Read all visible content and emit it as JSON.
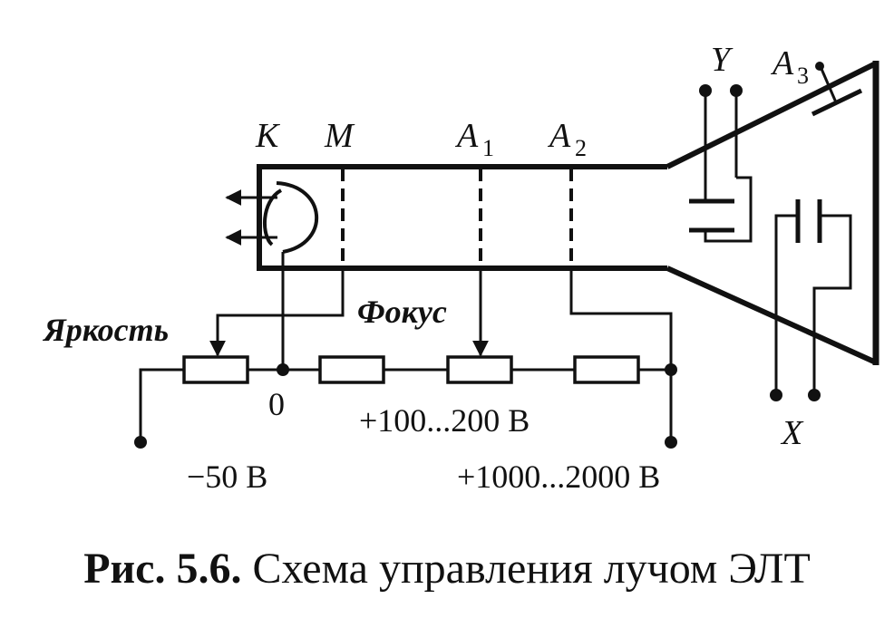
{
  "labels": {
    "K": "K",
    "M": "M",
    "A1": "A",
    "A1_sub": "1",
    "A2": "A",
    "A2_sub": "2",
    "A3": "A",
    "A3_sub": "3",
    "Y": "Y",
    "X": "X",
    "brightness": "Яркость",
    "focus": "Фокус",
    "zero": "0",
    "v_minus50": "−50 В",
    "v_100_200": "+100...200 В",
    "v_1000_2000": "+1000...2000 В"
  },
  "caption": {
    "number": "Рис. 5.6.",
    "text": "Схема управления лучом ЭЛТ"
  }
}
